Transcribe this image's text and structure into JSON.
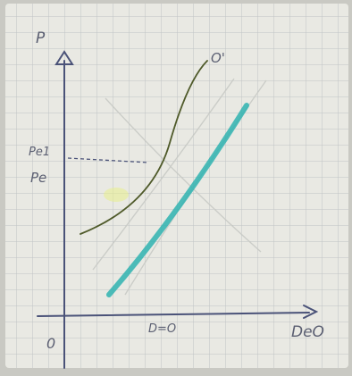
{
  "labels": {
    "y_axis": "P",
    "x_axis": "DeO",
    "origin": "0",
    "pe1": "Pe1",
    "pe": "Pe",
    "d_equals": "D=O",
    "o_prime": "O'"
  },
  "colors": {
    "paper": "#e9e9e3",
    "grid": "#b9bdbf",
    "axis": "#4a5278",
    "offer_curve": "#4f5a2a",
    "teal_curve": "#2fb3b0",
    "faint": "#c8cac6",
    "highlight": "#e8ef8c"
  }
}
